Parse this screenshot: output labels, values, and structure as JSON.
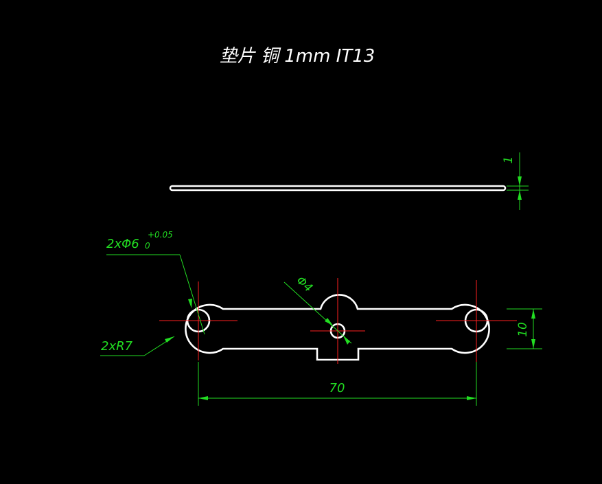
{
  "title": "垫片 铜 1mm IT13",
  "dimensions": {
    "thickness": "1",
    "height": "10",
    "length": "70",
    "small_hole": "Φ4",
    "hole_count_dia": "2xΦ6",
    "hole_tol_upper": "+0.05",
    "hole_tol_lower": "0",
    "radius_callout": "2xR7"
  },
  "colors": {
    "background": "#000000",
    "part_outline": "#ffffff",
    "dimension": "#22dd22",
    "centerline": "#ff2020"
  }
}
